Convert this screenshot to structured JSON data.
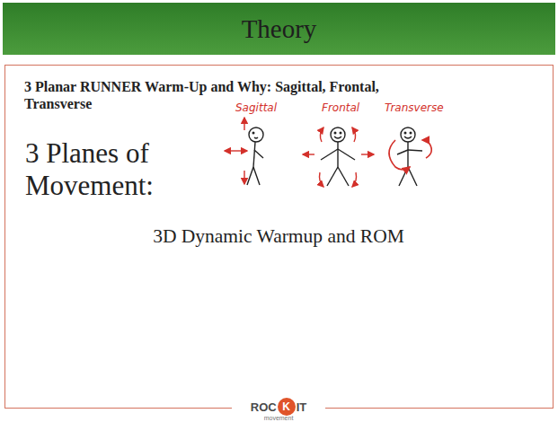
{
  "diagram": {
    "title": "Theory",
    "nodes": [
      {
        "text": [
          "3 Planar RUNNER Warm-Up and Why: Sagittal, Frontal, Transverse",
          "3 Planes of Movement:",
          "3D Dynamic Warmup and ROM"
        ]
      }
    ],
    "labels": [
      "Sagittal",
      "Frontal",
      "Transverse",
      "ROC",
      "K",
      "IT",
      "movement"
    ]
  }
}
